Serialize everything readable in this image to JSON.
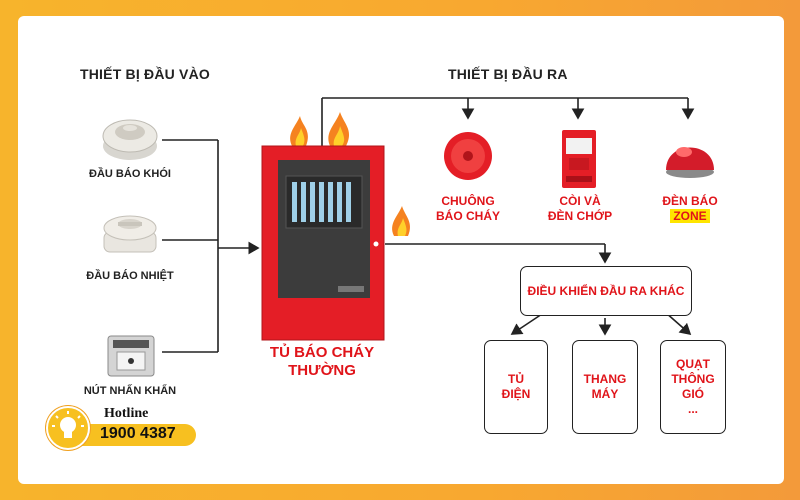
{
  "headers": {
    "input": "THIẾT BỊ ĐẦU VÀO",
    "output": "THIẾT BỊ ĐẦU RA"
  },
  "inputs": [
    {
      "label": "ĐẦU BÁO KHÓI",
      "icon": "smoke-detector-icon"
    },
    {
      "label": "ĐẦU BÁO NHIỆT",
      "icon": "heat-detector-icon"
    },
    {
      "label": "NÚT NHẤN KHẨN",
      "icon": "manual-call-point-icon"
    }
  ],
  "panel": {
    "label_line1": "TỦ BÁO CHÁY",
    "label_line2": "THƯỜNG"
  },
  "outputs": [
    {
      "line1": "CHUÔNG",
      "line2": "BÁO CHÁY",
      "icon": "fire-bell-icon"
    },
    {
      "line1": "CÒI VÀ",
      "line2": "ĐÈN CHỚP",
      "icon": "horn-strobe-icon"
    },
    {
      "line1": "ĐÈN BÁO",
      "line2": "ZONE",
      "icon": "zone-lamp-icon"
    }
  ],
  "other_control": "ĐIỀU KHIỂN ĐẦU RA KHÁC",
  "sub_outputs": [
    {
      "line1": "TỦ",
      "line2": "ĐIỆN",
      "line3": ""
    },
    {
      "line1": "THANG",
      "line2": "MÁY",
      "line3": ""
    },
    {
      "line1": "QUẠT",
      "line2": "THÔNG",
      "line3": "GIÓ",
      "line4": "..."
    }
  ],
  "hotline": {
    "title": "Hotline",
    "number": "1900 4387"
  },
  "colors": {
    "accent_red": "#e0141a",
    "frame_orange": "#f7b42c",
    "zone_highlight": "#ffe500"
  }
}
